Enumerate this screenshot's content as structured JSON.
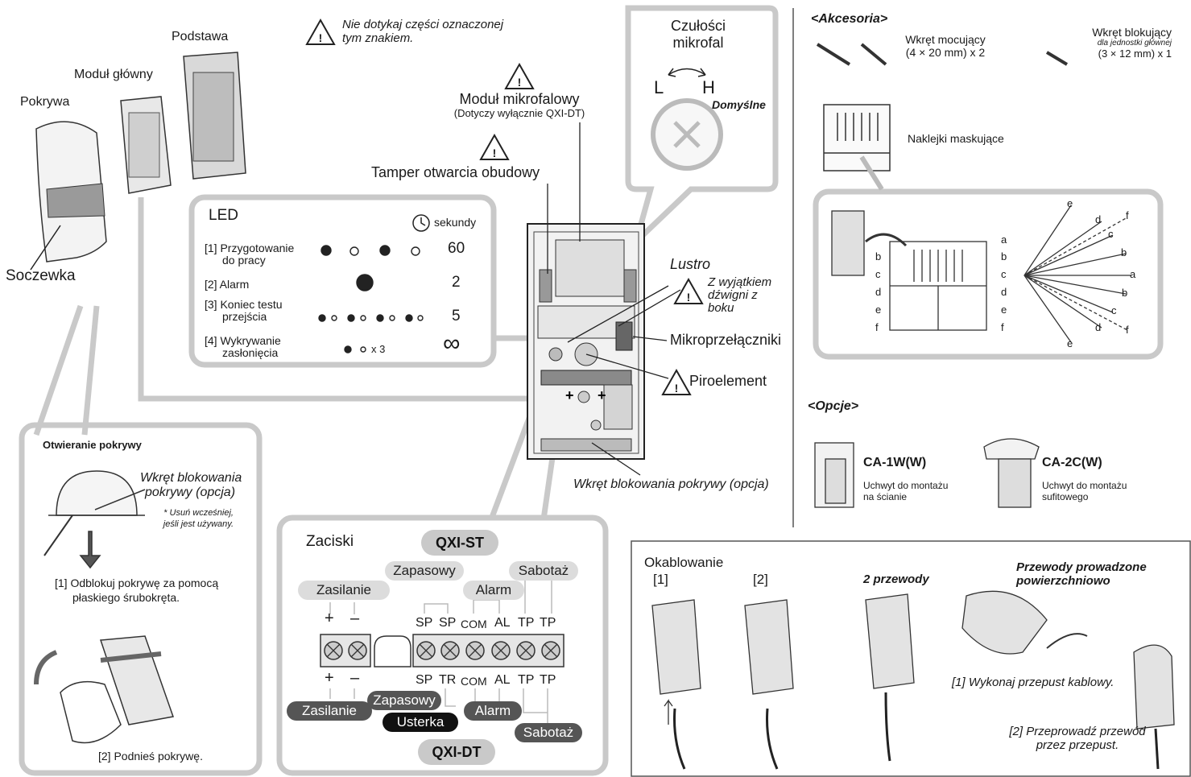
{
  "top": {
    "warning_line1": "Nie dotykaj części oznaczonej",
    "warning_line2": "tym znakiem.",
    "podstawa": "Podstawa",
    "modul_glowny": "Moduł główny",
    "pokrywa": "Pokrywa",
    "soczewka": "Soczewka",
    "modul_mikrofalowy": "Moduł mikrofalowy",
    "dotyczy": "(Dotyczy wyłącznie QXI-DT)",
    "tamper": "Tamper otwarcia obudowy",
    "lustro": "Lustro",
    "z_wyjatkiem": [
      "Z wyjątkiem",
      "dźwigni z",
      "boku"
    ],
    "mikroprzelaczniki": "Mikroprzełączniki",
    "piroelement": "Piroelement",
    "wkret_blokowania": "Wkręt blokowania pokrywy (opcja)"
  },
  "sensitivity": {
    "title_line1": "Czułości",
    "title_line2": "mikrofal",
    "low": "L",
    "high": "H",
    "default": "Domyślne"
  },
  "led": {
    "title": "LED",
    "unit": "sekundy",
    "rows": [
      {
        "label": [
          "[1] Przygotowanie",
          "do pracy"
        ],
        "value": "60"
      },
      {
        "label": [
          "[2] Alarm"
        ],
        "value": "2"
      },
      {
        "label": [
          "[3] Koniec testu",
          "przejścia"
        ],
        "value": "5"
      },
      {
        "label": [
          "[4] Wykrywanie",
          "zasłonięcia"
        ],
        "value": "∞",
        "suffix": "x 3"
      }
    ]
  },
  "accessories": {
    "heading": "<Akcesoria>",
    "screw1": [
      "Wkręt mocujący",
      "(4 × 20 mm) x 2"
    ],
    "screw2_line1": "Wkręt blokujący",
    "screw2_line2": "dla jednostki głównej",
    "screw2_line3": "(3 × 12 mm) x 1",
    "masking": "Naklejki maskujące",
    "zone_letters_left": [
      "b",
      "c",
      "d",
      "e",
      "f"
    ],
    "zone_letters_right": [
      "a",
      "b",
      "c",
      "d",
      "e",
      "f"
    ],
    "fan_letters": [
      "e",
      "d",
      "f",
      "c",
      "b",
      "a",
      "b",
      "c",
      "d",
      "f",
      "e"
    ]
  },
  "options": {
    "heading": "<Opcje>",
    "items": [
      {
        "code": "CA-1W(W)",
        "desc": [
          "Uchwyt do montażu",
          "na ścianie"
        ]
      },
      {
        "code": "CA-2C(W)",
        "desc": [
          "Uchwyt do montażu",
          "sufitowego"
        ]
      }
    ]
  },
  "opening": {
    "title": "Otwieranie pokrywy",
    "screw_label": [
      "Wkręt blokowania",
      "pokrywy (opcja)"
    ],
    "note": [
      "* Usuń wcześniej,",
      "jeśli jest używany."
    ],
    "step1": [
      "[1] Odblokuj pokrywę za pomocą",
      "płaskiego śrubokręta."
    ],
    "step2": "[2] Podnieś pokrywę."
  },
  "terminals": {
    "title": "Zaciski",
    "qxi_st": "QXI-ST",
    "qxi_dt": "QXI-DT",
    "zasilanie": "Zasilanie",
    "zapasowy": "Zapasowy",
    "alarm": "Alarm",
    "sabotaz": "Sabotaż",
    "usterka": "Usterka",
    "plus": "+",
    "minus": "–",
    "top_labels": [
      "SP",
      "SP",
      "COM",
      "AL",
      "TP",
      "TP"
    ],
    "bottom_labels": [
      "SP",
      "TR",
      "COM",
      "AL",
      "TP",
      "TP"
    ]
  },
  "wiring": {
    "title": "Okablowanie",
    "step1": "[1]",
    "step2": "[2]",
    "two_wires": "2 przewody",
    "surface_title": [
      "Przewody prowadzone",
      "powierzchniowo"
    ],
    "surface_step1": "[1] Wykonaj przepust kablowy.",
    "surface_step2": [
      "[2] Przeprowadź przewód",
      "przez przepust."
    ]
  }
}
